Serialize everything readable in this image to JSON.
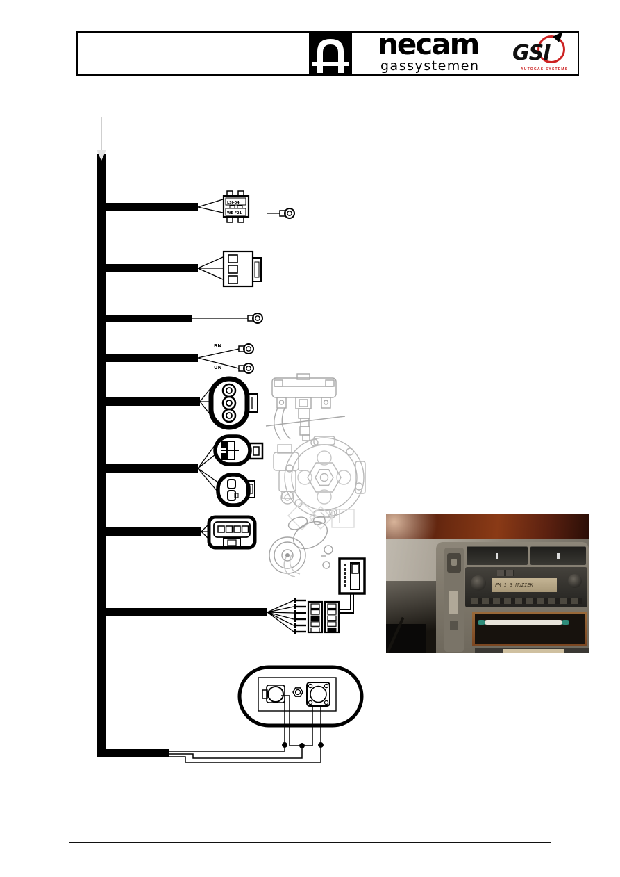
{
  "header": {
    "brand": "necam",
    "brand_sub": "gassystemen",
    "gsi_text": "GSI",
    "gsi_sub": "AUTOGAS SYSTEMS"
  },
  "diagram": {
    "fuse_top_label": "LSI-04",
    "fuse_bottom_label": "WE F21",
    "wire_label_top": "BN",
    "wire_label_bottom": "UN"
  },
  "photo": {
    "radio_display": "FM 1 3  MUZIEK"
  },
  "icons": {
    "necam-arch-logo": "white arch gate on black square",
    "gsi-logo": "red ring with black arrow",
    "down-arrow-pointer": "gray arrow pointing into harness"
  },
  "colors": {
    "accent_red": "#cc2222",
    "harness_black": "#000000",
    "sketch_gray": "#aaaaaa"
  }
}
